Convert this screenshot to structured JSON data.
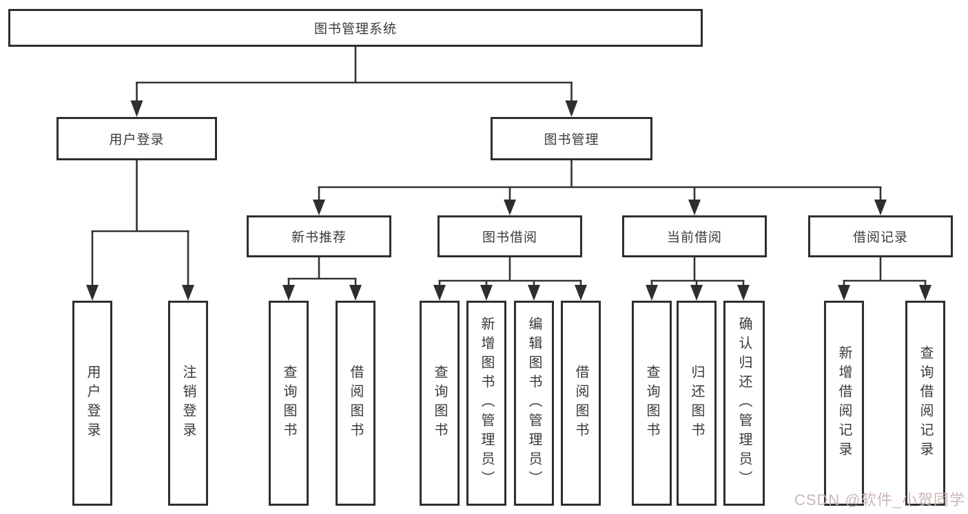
{
  "page": {
    "background": "#ffffff",
    "line_color": "#333333",
    "border_color": "#2e2e2e",
    "text_color": "#3a3a3a"
  },
  "watermark": {
    "text": "CSDN @软件_小贺同学",
    "color": "#ccb6b6"
  },
  "tree": {
    "root": {
      "label": "图书管理系统"
    },
    "level2": [
      {
        "label": "用户登录"
      },
      {
        "label": "图书管理"
      }
    ],
    "level3": [
      {
        "label": "新书推荐"
      },
      {
        "label": "图书借阅"
      },
      {
        "label": "当前借阅"
      },
      {
        "label": "借阅记录"
      }
    ],
    "leaves": {
      "user_login": [
        {
          "label": "用户登录"
        },
        {
          "label": "注销登录"
        }
      ],
      "new_book": [
        {
          "label": "查询图书"
        },
        {
          "label": "借阅图书"
        }
      ],
      "book_borrow": [
        {
          "label": "查询图书"
        },
        {
          "label": "新增图书（管理员）"
        },
        {
          "label": "编辑图书（管理员）"
        },
        {
          "label": "借阅图书"
        }
      ],
      "current_borrow": [
        {
          "label": "查询图书"
        },
        {
          "label": "归还图书"
        },
        {
          "label": "确认归还（管理员）"
        }
      ],
      "borrow_records": [
        {
          "label": "新增借阅记录"
        },
        {
          "label": "查询借阅记录"
        }
      ]
    }
  }
}
